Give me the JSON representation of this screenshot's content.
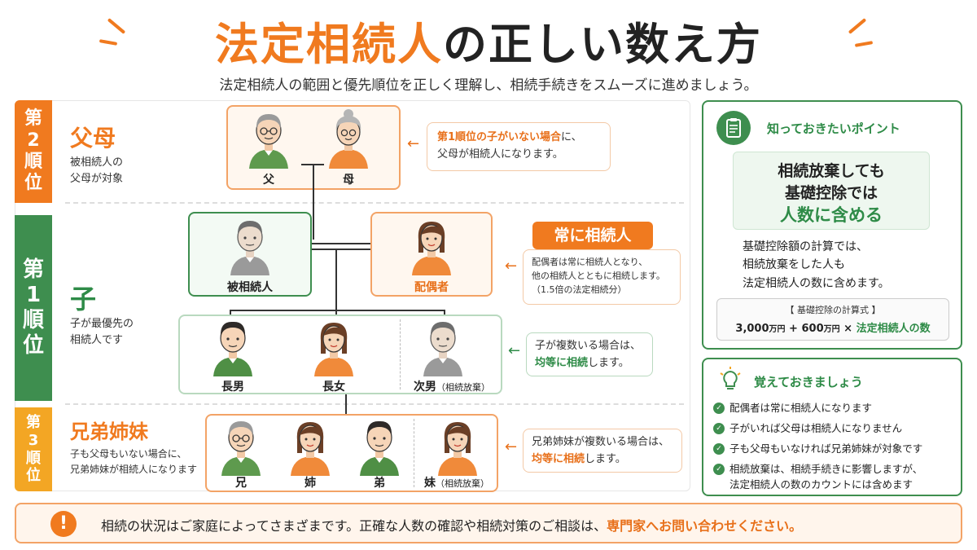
{
  "header": {
    "title_highlight": "法定相続人",
    "title_rest": "の正しい数え方",
    "subtitle": "法定相続人の範囲と優先順位を正しく理解し、相続手続きをスムーズに進めましょう。"
  },
  "colors": {
    "orange": "#f07a1f",
    "green": "#3e8e4f",
    "yellow": "#f3a624"
  },
  "ranks": [
    {
      "rank_label": [
        "第",
        "2",
        "順",
        "位"
      ],
      "name": "父母",
      "desc": [
        "被相続人の",
        "父母が対象"
      ]
    },
    {
      "rank_label": [
        "第",
        "1",
        "順",
        "位"
      ],
      "name": "子",
      "desc": [
        "子が最優先の",
        "相続人です"
      ]
    },
    {
      "rank_label": [
        "第",
        "3",
        "順",
        "位"
      ],
      "name": "兄弟姉妹",
      "desc": [
        "子も父母もいない場合に、",
        "兄弟姉妹が相続人になります"
      ]
    }
  ],
  "parents": {
    "father": "父",
    "mother": "母"
  },
  "deceased": "被相続人",
  "spouse": "配偶者",
  "children": {
    "eldest_son": "長男",
    "eldest_daughter": "長女",
    "second_son": "次男",
    "second_son_note": "（相続放棄）"
  },
  "siblings": {
    "older_brother": "兄",
    "older_sister": "姉",
    "younger_brother": "弟",
    "younger_sister": "妹",
    "younger_sister_note": "（相続放棄）"
  },
  "notes": {
    "parents_a": "第1順位の子がいない場合",
    "parents_b": "に、",
    "parents_c": "父母が相続人になります。",
    "spouse_tag": "常に相続人",
    "spouse_1": "配偶者は常に相続人となり、",
    "spouse_2": "他の相続人とともに相続します。",
    "spouse_3": "（1.5倍の法定相続分）",
    "children_1": "子が複数いる場合は、",
    "children_2a": "均等に相続",
    "children_2b": "します。",
    "siblings_1": "兄弟姉妹が複数いる場合は、",
    "siblings_2a": "均等に相続",
    "siblings_2b": "します。"
  },
  "point": {
    "heading": "知っておきたいポイント",
    "big_1": "相続放棄しても",
    "big_2": "基礎控除では",
    "big_3": "人数に含める",
    "body_1": "基礎控除額の計算では、",
    "body_2": "相続放棄をした人も",
    "body_3": "法定相続人の数に含めます。",
    "formula_title": "【 基礎控除の計算式 】",
    "formula_a": "3,000",
    "formula_a_unit": "万円",
    "formula_plus": " + ",
    "formula_b": "600",
    "formula_b_unit": "万円",
    "formula_times": " × ",
    "formula_c": "法定相続人の数"
  },
  "memo": {
    "heading": "覚えておきましょう",
    "items": [
      "配偶者は常に相続人になります",
      "子がいれば父母は相続人になりません",
      "子も父母もいなければ兄弟姉妹が対象です",
      "相続放棄は、相続手続きに影響しますが、",
      "法定相続人の数のカウントには含めます"
    ]
  },
  "footer": {
    "text": "相続の状況はご家庭によってさまざまです。正確な人数の確認や相続対策のご相談は、",
    "highlight": "専門家へお問い合わせください。"
  }
}
